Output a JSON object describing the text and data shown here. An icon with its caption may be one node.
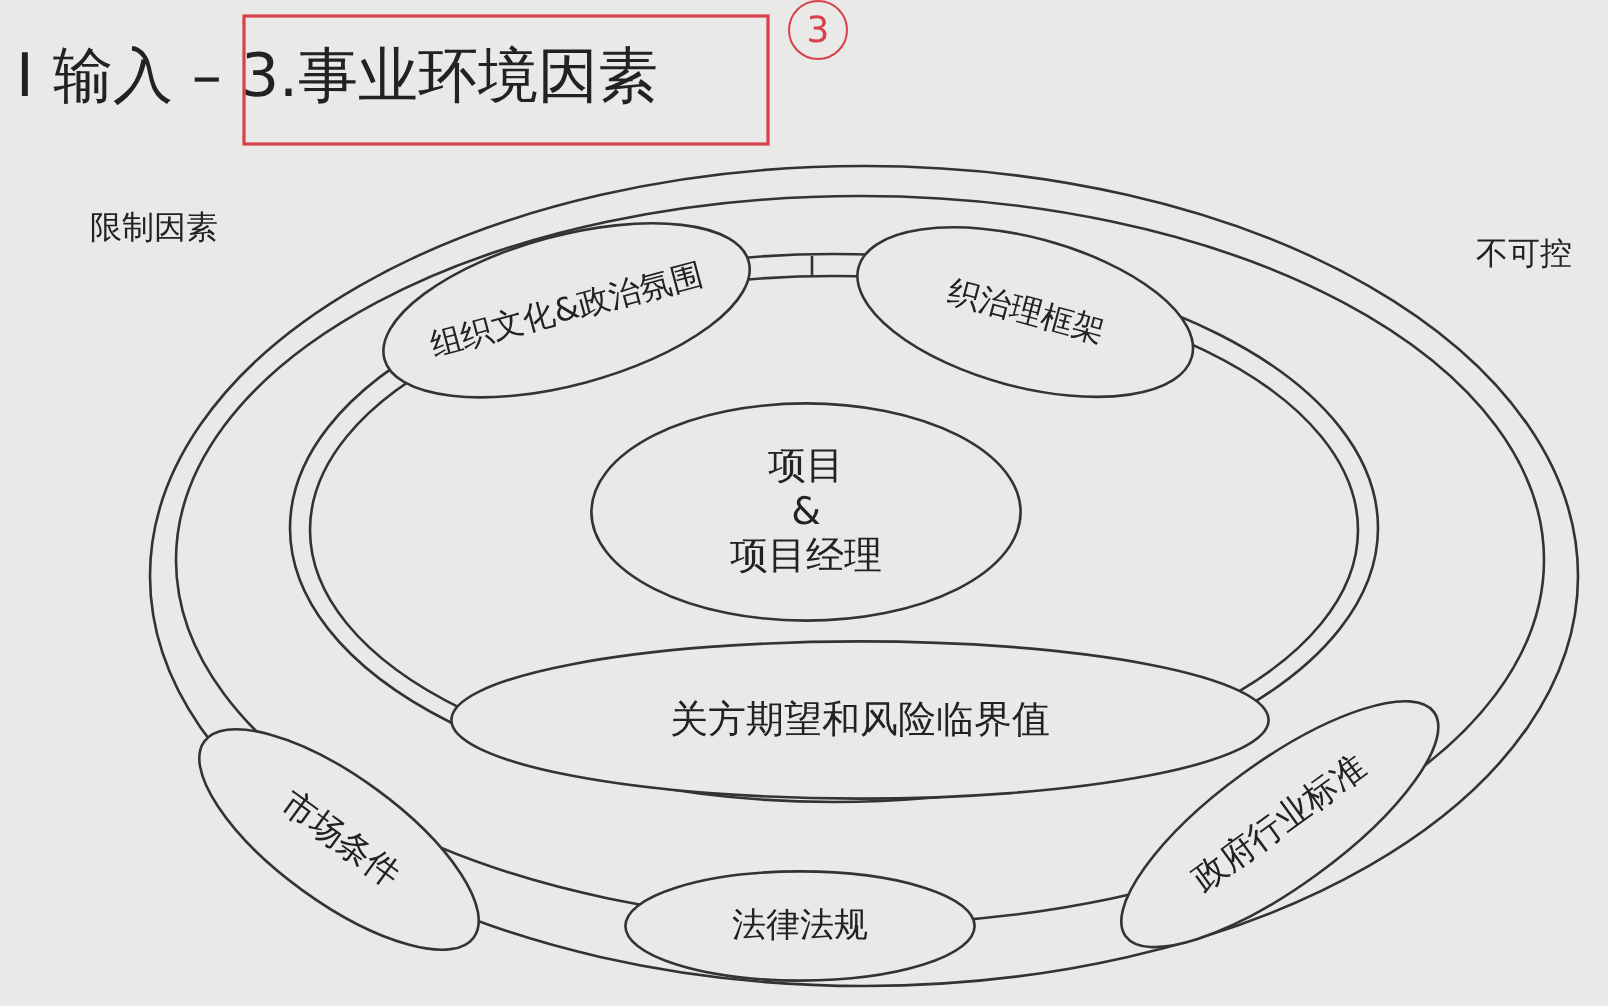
{
  "diagram": {
    "title": "I 输入 – 3.事业环境因素",
    "nodes": [
      {
        "text": [
          "组织文化&政治氛围"
        ]
      },
      {
        "text": [
          "织治理框架"
        ]
      },
      {
        "text": [
          "项目 & 项目经理"
        ]
      },
      {
        "text": [
          "关方期望和风险临界值"
        ]
      },
      {
        "text": [
          "市场条件"
        ]
      },
      {
        "text": [
          "法律法规"
        ]
      },
      {
        "text": [
          "政府行业标准"
        ]
      }
    ],
    "labels": [
      "3",
      "限制因素",
      "不可控"
    ]
  }
}
